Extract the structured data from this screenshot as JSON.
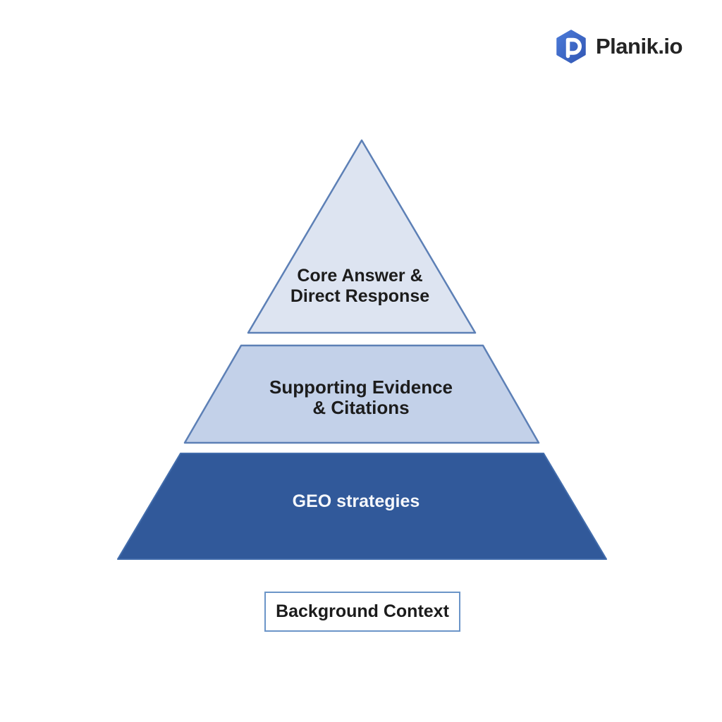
{
  "brand": {
    "name": "Planik.io",
    "icon": "hexagon-p-logo",
    "icon_color": "#3e6ac9",
    "text_color": "#242424"
  },
  "diagram": {
    "type": "pyramid",
    "levels": [
      {
        "label": "Core Answer & Direct Response",
        "lines": [
          "Core Answer &",
          "Direct Response"
        ],
        "fill": "#dde4f1",
        "border": "#5d80b6",
        "text_color": "#1c1c1c"
      },
      {
        "label": "Supporting Evidence & Citations",
        "lines": [
          "Supporting Evidence",
          "& Citations"
        ],
        "fill": "#c3d1e9",
        "border": "#5d80b6",
        "text_color": "#1c1c1c"
      },
      {
        "label": "GEO strategies",
        "lines": [
          "GEO strategies"
        ],
        "fill": "#31599a",
        "border": "#426cab",
        "text_color": "#f5f7fb"
      }
    ],
    "footer_box": {
      "label": "Background Context",
      "border": "#6b95c8",
      "background": "#ffffff",
      "text_color": "#1c1c1c"
    }
  },
  "page": {
    "background": "#ffffff"
  }
}
